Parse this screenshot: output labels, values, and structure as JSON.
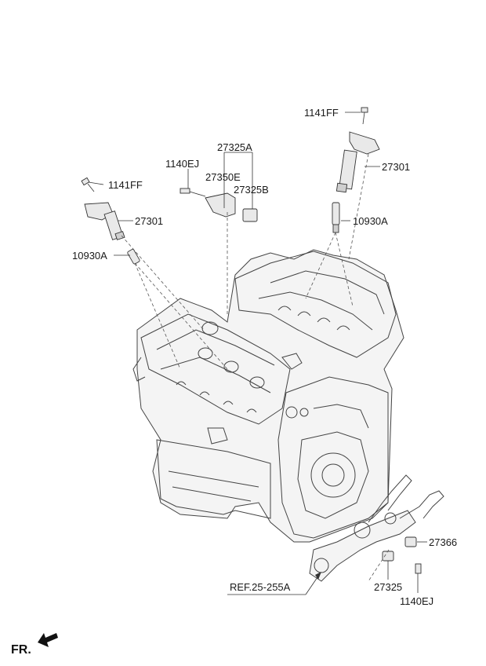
{
  "labels": {
    "bolt_top_right": "1141FF",
    "coil_right": "27301",
    "bracket_group": "27325A",
    "bolt_bracket": "1140EJ",
    "bracket": "27350E",
    "sensor_bracket": "27325B",
    "bolt_left": "1141FF",
    "coil_left": "27301",
    "plug_right": "10930A",
    "plug_left": "10930A",
    "sensor_lower_right": "27366",
    "sensor_lower": "27325",
    "bolt_lower": "1140EJ"
  },
  "reference": "REF.25-255A",
  "front_indicator": "FR.",
  "icons": {
    "front_arrow": "arrow-icon"
  }
}
